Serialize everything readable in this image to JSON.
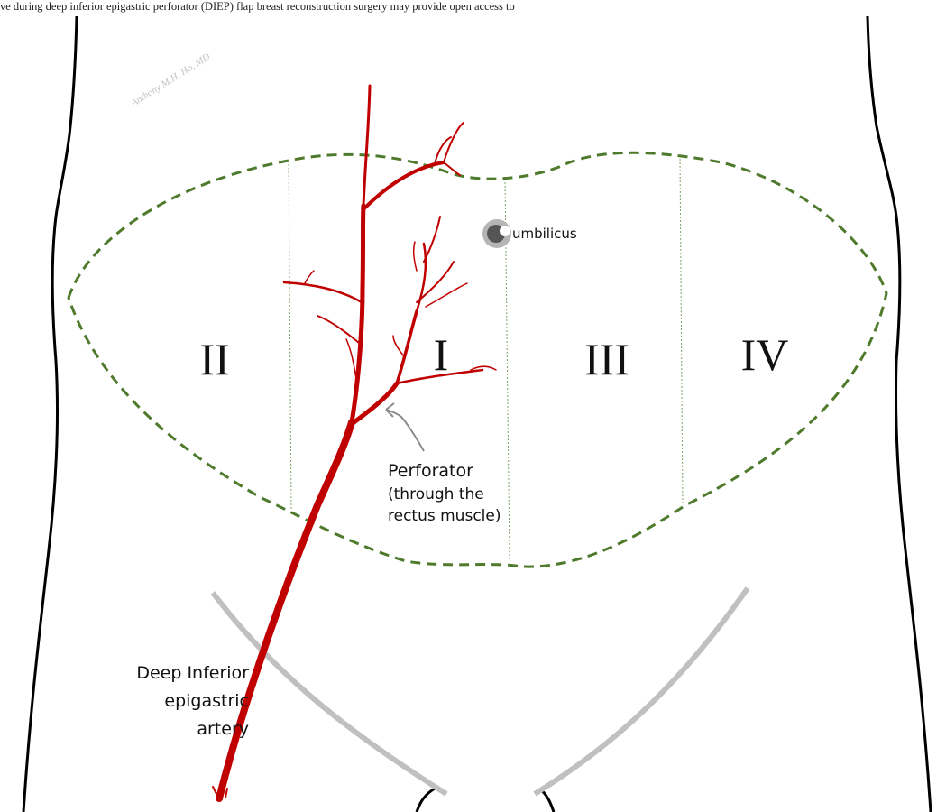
{
  "caption": "ve during deep inferior epigastric perforator (DIEP) flap breast reconstruction surgery may provide open access to",
  "watermark": "Anthony M.H. Ho, MD",
  "zones": [
    "II",
    "I",
    "III",
    "IV"
  ],
  "labels": {
    "umbilicus": "umbilicus",
    "perforator": [
      "Perforator",
      "(through the",
      "rectus muscle)"
    ],
    "artery": [
      "Deep Inferior",
      "epigastric",
      "artery"
    ]
  },
  "colors": {
    "body_outline": "#000000",
    "flap_outline": "#4e7a2c",
    "zone_divider": "#7fa46a",
    "artery": "#c00000",
    "umbilicus": "#555555",
    "umbilicus_ring": "#b5b5b5",
    "pubic_lines": "#c0c0c0",
    "arrow": "#8a8a8a"
  }
}
